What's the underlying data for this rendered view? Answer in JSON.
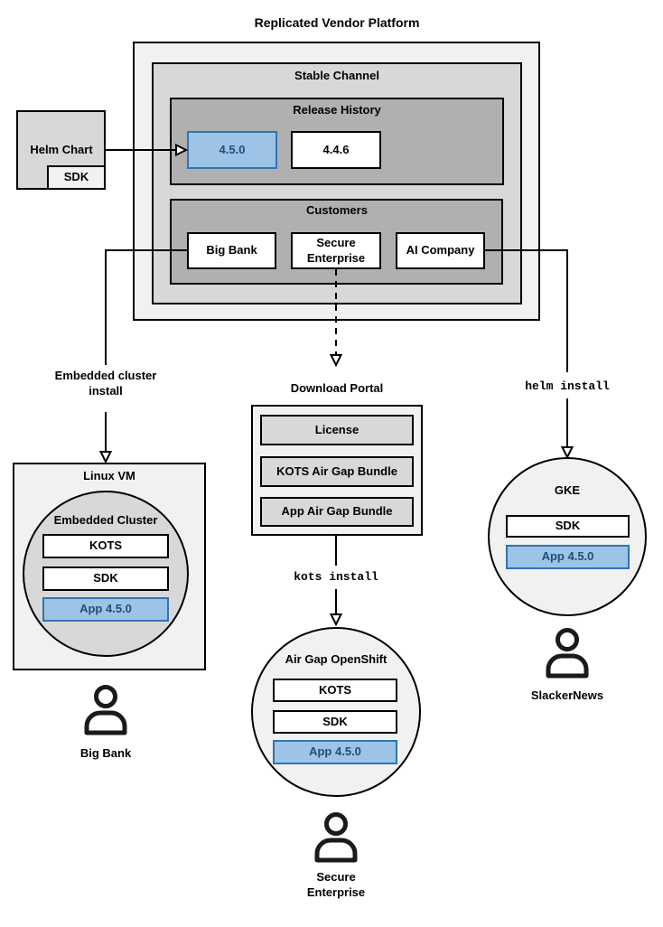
{
  "title": "Replicated Vendor Platform",
  "colors": {
    "highlight_fill": "#9dc3e6",
    "highlight_border": "#2e75b6",
    "highlight_text": "#1f4e79",
    "light_gray": "#f1f1f1",
    "medium_gray": "#d8d8d8",
    "dark_gray": "#b0b0b0"
  },
  "platform": {
    "stable_channel_label": "Stable Channel",
    "release_history": {
      "label": "Release History",
      "releases": [
        {
          "version": "4.5.0",
          "highlighted": true
        },
        {
          "version": "4.4.6",
          "highlighted": false
        }
      ]
    },
    "customers": {
      "label": "Customers",
      "items": [
        {
          "name": "Big Bank"
        },
        {
          "name": "Secure\nEnterprise"
        },
        {
          "name": "AI Company"
        }
      ]
    }
  },
  "helm_chart": {
    "label": "Helm Chart",
    "sdk_label": "SDK"
  },
  "download_portal": {
    "title": "Download Portal",
    "items": [
      {
        "label": "License"
      },
      {
        "label": "KOTS Air Gap Bundle"
      },
      {
        "label": "App Air Gap Bundle"
      }
    ]
  },
  "installs": {
    "embedded": "Embedded cluster\ninstall",
    "kots": "kots install",
    "helm": "helm install"
  },
  "clusters": {
    "linux_vm": {
      "label": "Linux VM",
      "cluster_label": "Embedded Cluster",
      "components": [
        {
          "label": "KOTS"
        },
        {
          "label": "SDK"
        },
        {
          "label": "App 4.5.0",
          "highlighted": true
        }
      ]
    },
    "openshift": {
      "label": "Air Gap OpenShift",
      "components": [
        {
          "label": "KOTS"
        },
        {
          "label": "SDK"
        },
        {
          "label": "App 4.5.0",
          "highlighted": true
        }
      ]
    },
    "gke": {
      "label": "GKE",
      "components": [
        {
          "label": "SDK"
        },
        {
          "label": "App 4.5.0",
          "highlighted": true
        }
      ]
    }
  },
  "users": {
    "big_bank": "Big Bank",
    "secure_enterprise": "Secure\nEnterprise",
    "slackernews": "SlackerNews"
  }
}
